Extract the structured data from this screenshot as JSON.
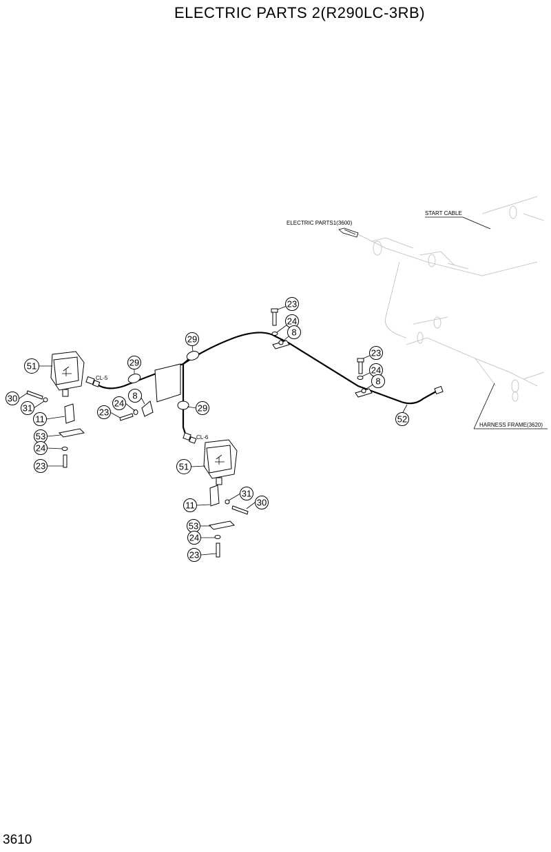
{
  "title": "ELECTRIC PARTS 2(R290LC-3RB)",
  "page_number": "3610",
  "references": {
    "start_cable": "START CABLE",
    "electric_parts1": "ELECTRIC PARTS1(3600)",
    "harness_frame": "HARNESS FRAME(3620)"
  },
  "connectors": {
    "cl5": "CL-5",
    "cl6": "CL-6"
  },
  "callouts": [
    "23",
    "24",
    "8",
    "23",
    "24",
    "8",
    "29",
    "29",
    "29",
    "51",
    "30",
    "31",
    "11",
    "53",
    "24",
    "23",
    "24",
    "8",
    "23",
    "52",
    "51",
    "31",
    "30",
    "11",
    "53",
    "24",
    "23"
  ]
}
